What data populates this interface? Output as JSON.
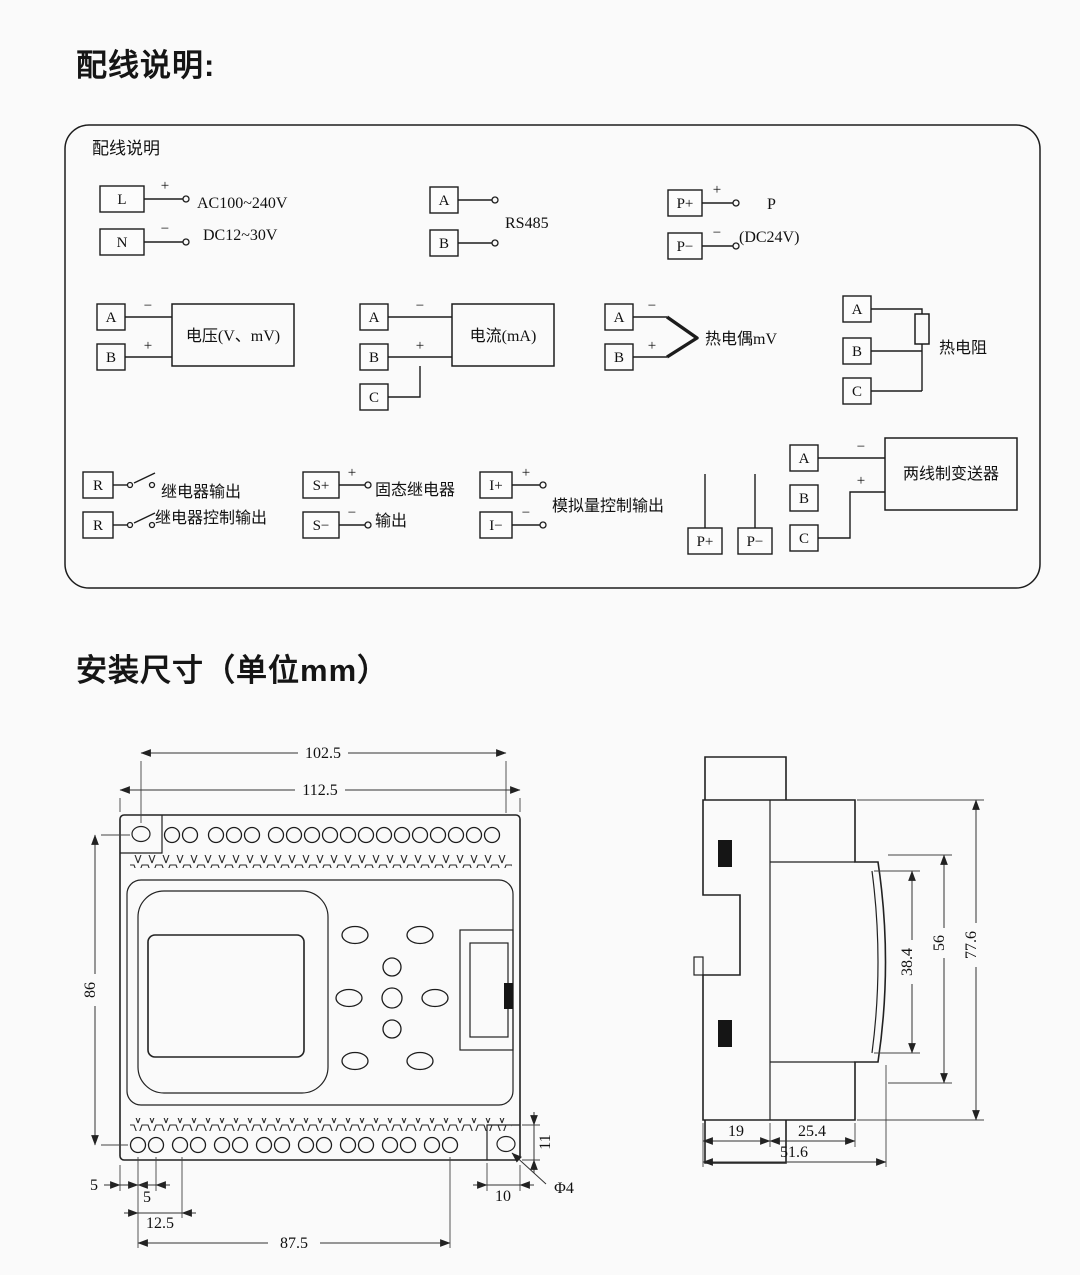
{
  "page": {
    "heading1": "配线说明:",
    "heading2": "安装尺寸（单位mm）"
  },
  "wiring": {
    "box_title": "配线说明",
    "power_ac": {
      "t1": "L",
      "t2": "N",
      "plus": "+",
      "minus": "−",
      "line1": "AC100~240V",
      "line2": "DC12~30V"
    },
    "rs485": {
      "t1": "A",
      "t2": "B",
      "label": "RS485"
    },
    "power_dc": {
      "t1": "P+",
      "t2": "P−",
      "plus": "+",
      "minus": "−",
      "label1": "P",
      "label2": "(DC24V)"
    },
    "voltage": {
      "t1": "A",
      "t2": "B",
      "minus": "−",
      "plus": "+",
      "label": "电压(V、mV)"
    },
    "current": {
      "t1": "A",
      "t2": "B",
      "t3": "C",
      "minus": "−",
      "plus": "+",
      "label": "电流(mA)"
    },
    "thermocouple": {
      "t1": "A",
      "t2": "B",
      "minus": "−",
      "plus": "+",
      "label": "热电偶mV"
    },
    "rtd": {
      "t1": "A",
      "t2": "B",
      "t3": "C",
      "label": "热电阻"
    },
    "relay": {
      "t1": "R",
      "t2": "R",
      "label1": "继电器输出",
      "label2": "继电器控制输出"
    },
    "ssr": {
      "t1": "S+",
      "t2": "S−",
      "plus": "+",
      "minus": "−",
      "label1": "固态继电器",
      "label2": "输出"
    },
    "analog": {
      "t1": "I+",
      "t2": "I−",
      "plus": "+",
      "minus": "−",
      "label": "模拟量控制输出"
    },
    "transmitter": {
      "t1": "P+",
      "t2": "P−",
      "t3": "A",
      "t4": "B",
      "t5": "C",
      "minus": "−",
      "plus": "+",
      "label": "两线制变送器"
    }
  },
  "dims": {
    "front": {
      "w_holes": "102.5",
      "w_total": "112.5",
      "height": "86",
      "d5a": "5",
      "d5b": "5",
      "d125": "12.5",
      "d875": "87.5",
      "d10": "10",
      "d11": "11",
      "hole": "Φ4"
    },
    "side": {
      "d19": "19",
      "d254": "25.4",
      "d516": "51.6",
      "d384": "38.4",
      "d56": "56",
      "d776": "77.6"
    }
  }
}
